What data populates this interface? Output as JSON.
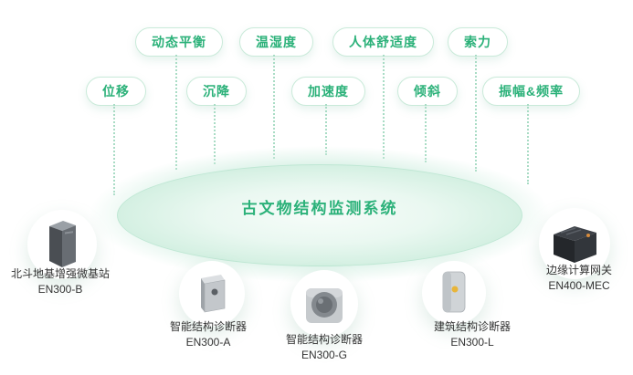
{
  "title": "古文物结构监测系统",
  "colors": {
    "accent": "#2bb179",
    "pill_border": "#c9ead9",
    "connector_line": "#a9dcc5",
    "label_text": "#333333"
  },
  "pills": [
    {
      "label": "动态平衡"
    },
    {
      "label": "温湿度"
    },
    {
      "label": "人体舒适度"
    },
    {
      "label": "索力"
    },
    {
      "label": "位移"
    },
    {
      "label": "沉降"
    },
    {
      "label": "加速度"
    },
    {
      "label": "倾斜"
    },
    {
      "label": "振幅&频率"
    }
  ],
  "devices": [
    {
      "name": "北斗地基增强微基站",
      "model": "EN300-B",
      "icon": "base-station"
    },
    {
      "name": "智能结构诊断器",
      "model": "EN300-A",
      "icon": "structure-diagnoser-box"
    },
    {
      "name": "智能结构诊断器",
      "model": "EN300-G",
      "icon": "structure-diagnoser-cylinder"
    },
    {
      "name": "建筑结构诊断器",
      "model": "EN300-L",
      "icon": "building-diagnoser-panel"
    },
    {
      "name": "边缘计算网关",
      "model": "EN400-MEC",
      "icon": "edge-gateway"
    }
  ]
}
